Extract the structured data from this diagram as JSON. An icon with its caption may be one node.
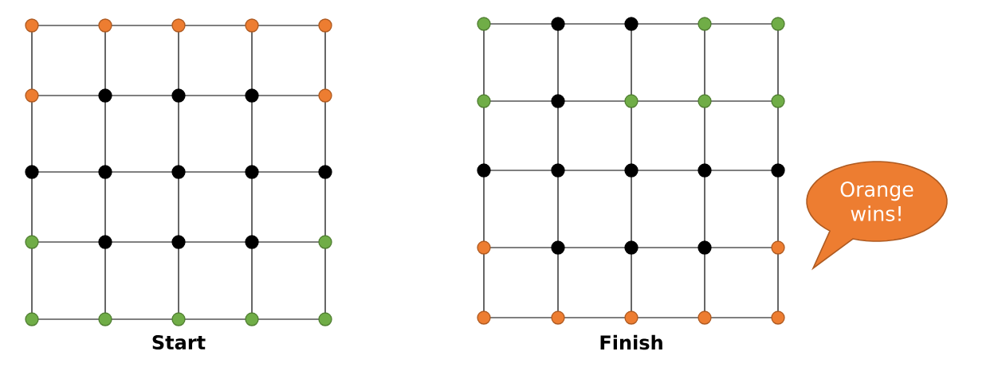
{
  "diagram": {
    "nodes": [
      {
        "text": [
          "Orange wins!"
        ]
      }
    ],
    "labels": [
      "Start",
      "Finish"
    ]
  }
}
